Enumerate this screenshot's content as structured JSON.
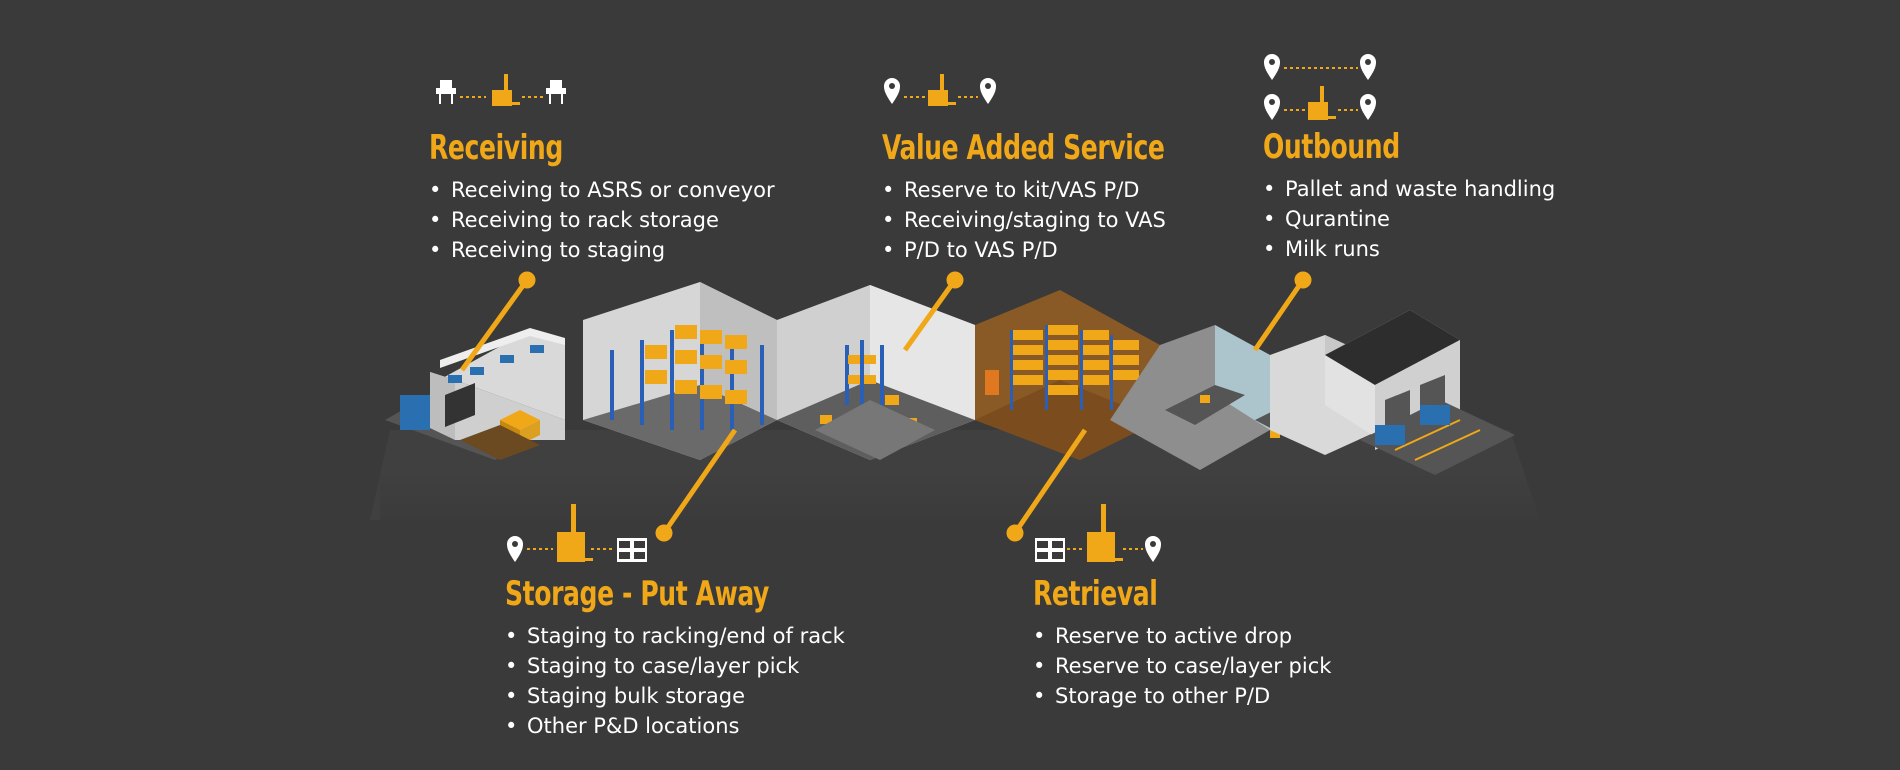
{
  "sections": {
    "receiving": {
      "title": "Receiving",
      "items": [
        "Receiving to ASRS or conveyor",
        "Receiving to rack storage",
        "Receiving to staging"
      ]
    },
    "vas": {
      "title": "Value Added Service",
      "items": [
        "Reserve to kit/VAS P/D",
        "Receiving/staging to VAS",
        "P/D to VAS P/D"
      ]
    },
    "outbound": {
      "title": "Outbound",
      "items": [
        "Pallet and waste handling",
        "Qurantine",
        "Milk runs"
      ]
    },
    "storage": {
      "title": "Storage - Put Away",
      "items": [
        "Staging to racking/end of rack",
        "Staging to case/layer pick",
        "Staging bulk storage",
        "Other P&D locations"
      ]
    },
    "retrieval": {
      "title": "Retrieval",
      "items": [
        "Reserve to active drop",
        "Reserve to case/layer pick",
        "Storage to other P/D"
      ]
    }
  },
  "colors": {
    "background": "#3a3a3a",
    "accent": "#f0a818",
    "text": "#ffffff"
  },
  "icons": [
    "box-on-stand-icon",
    "forklift-icon",
    "location-pin-icon",
    "pallet-rack-icon"
  ]
}
